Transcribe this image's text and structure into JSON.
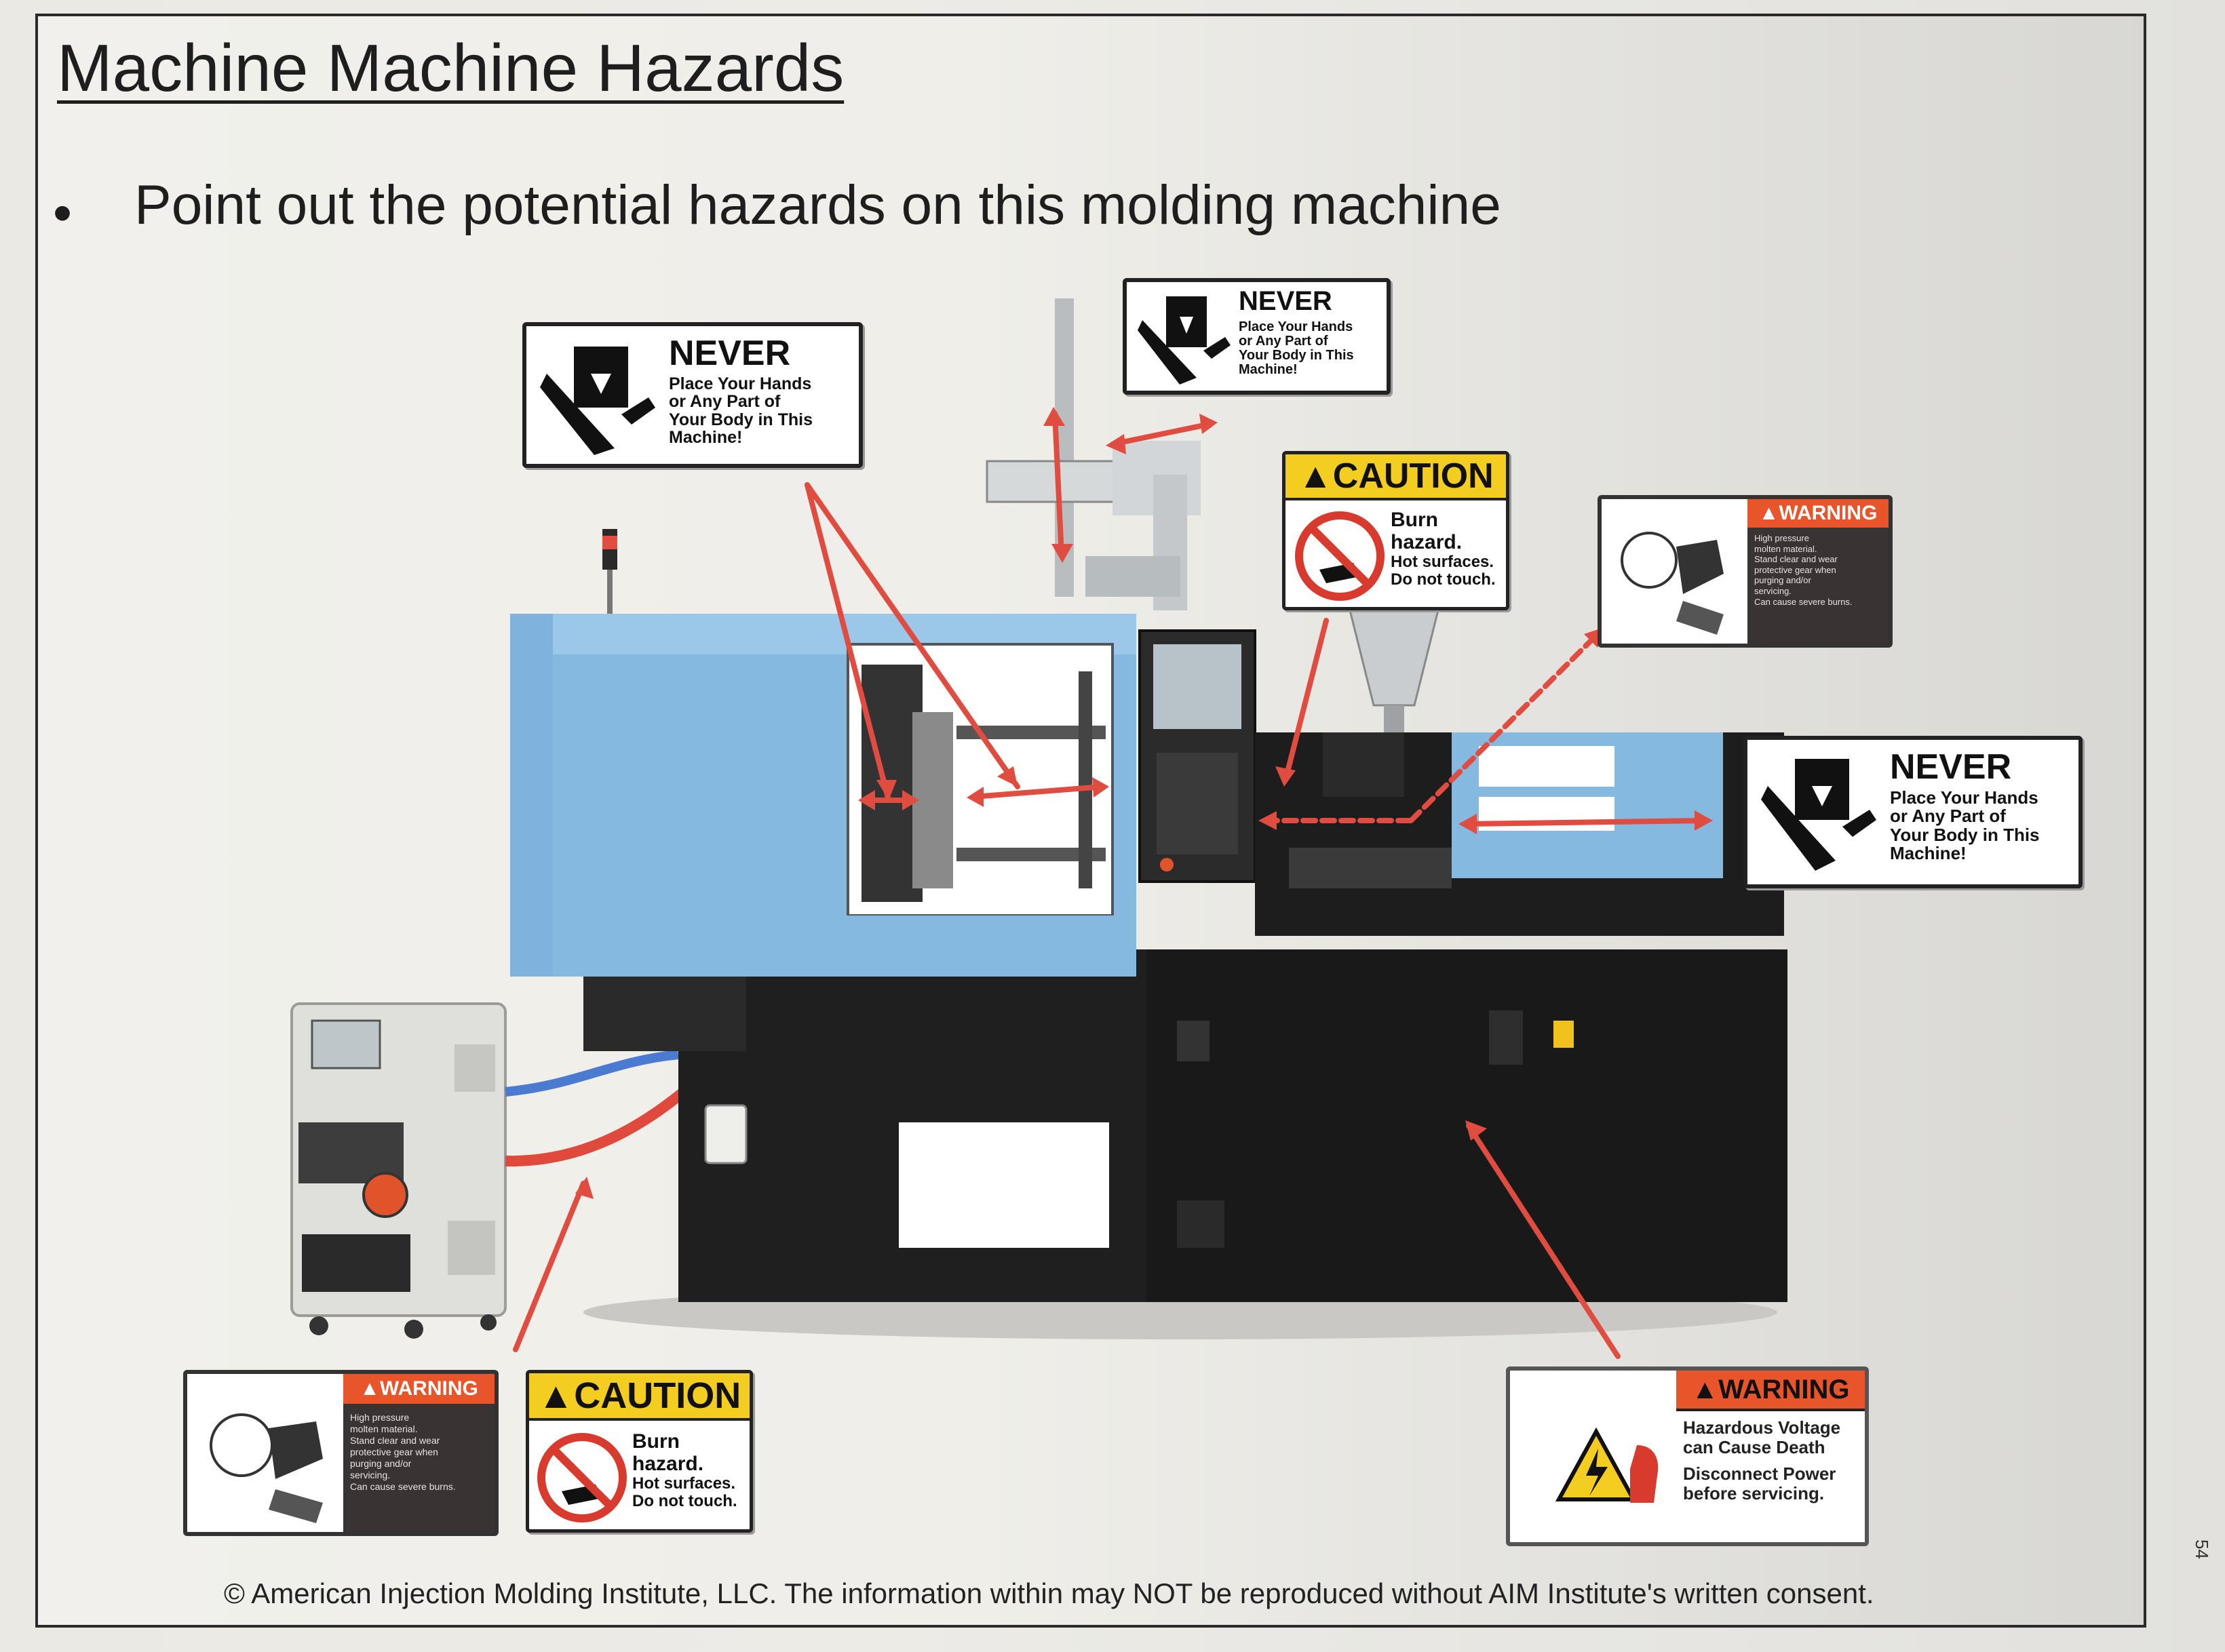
{
  "slide": {
    "title": "Machine Machine Hazards",
    "bullet_marker": "•",
    "bullet_text": "Point out the potential hazards on this molding machine",
    "footer": "© American Injection Molding Institute, LLC. The information within may NOT be reproduced without AIM Institute's written consent.",
    "page_number": "54"
  },
  "signs": {
    "never_left": {
      "heading": "NEVER",
      "line1": "Place Your Hands",
      "line2": "or Any Part of",
      "line3": "Your Body in This",
      "line4": "Machine!"
    },
    "never_top": {
      "heading": "NEVER",
      "line1": "Place Your Hands",
      "line2": "or Any Part of",
      "line3": "Your Body in This",
      "line4": "Machine!"
    },
    "never_right": {
      "heading": "NEVER",
      "line1": "Place Your Hands",
      "line2": "or Any Part of",
      "line3": "Your Body in This",
      "line4": "Machine!"
    },
    "caution_top": {
      "heading": "CAUTION",
      "line1": "Burn",
      "line2": "hazard.",
      "line3": "Hot surfaces.",
      "line4": "Do not touch."
    },
    "caution_bottom": {
      "heading": "CAUTION",
      "line1": "Burn",
      "line2": "hazard.",
      "line3": "Hot surfaces.",
      "line4": "Do not touch."
    },
    "warning_right": {
      "heading": "WARNING",
      "line1": "High pressure",
      "line2": "molten material.",
      "line3": "Stand clear and wear",
      "line4": "protective gear when",
      "line5": "purging and/or",
      "line6": "servicing.",
      "line7": "Can cause severe burns."
    },
    "warning_bottom": {
      "heading": "WARNING",
      "line1": "High pressure",
      "line2": "molten material.",
      "line3": "Stand clear and wear",
      "line4": "protective gear when",
      "line5": "purging and/or",
      "line6": "servicing.",
      "line7": "Can cause severe burns."
    },
    "warning_voltage": {
      "heading": "WARNING",
      "line1": "Hazardous Voltage",
      "line2": "can Cause Death",
      "line3": "Disconnect Power",
      "line4": "before servicing."
    }
  },
  "colors": {
    "machine_blue": "#86b9df",
    "machine_black": "#1c1c1c",
    "arrow_red": "#e04c3f",
    "caution_yellow": "#f3cd1f",
    "warning_orange": "#e8552b"
  }
}
